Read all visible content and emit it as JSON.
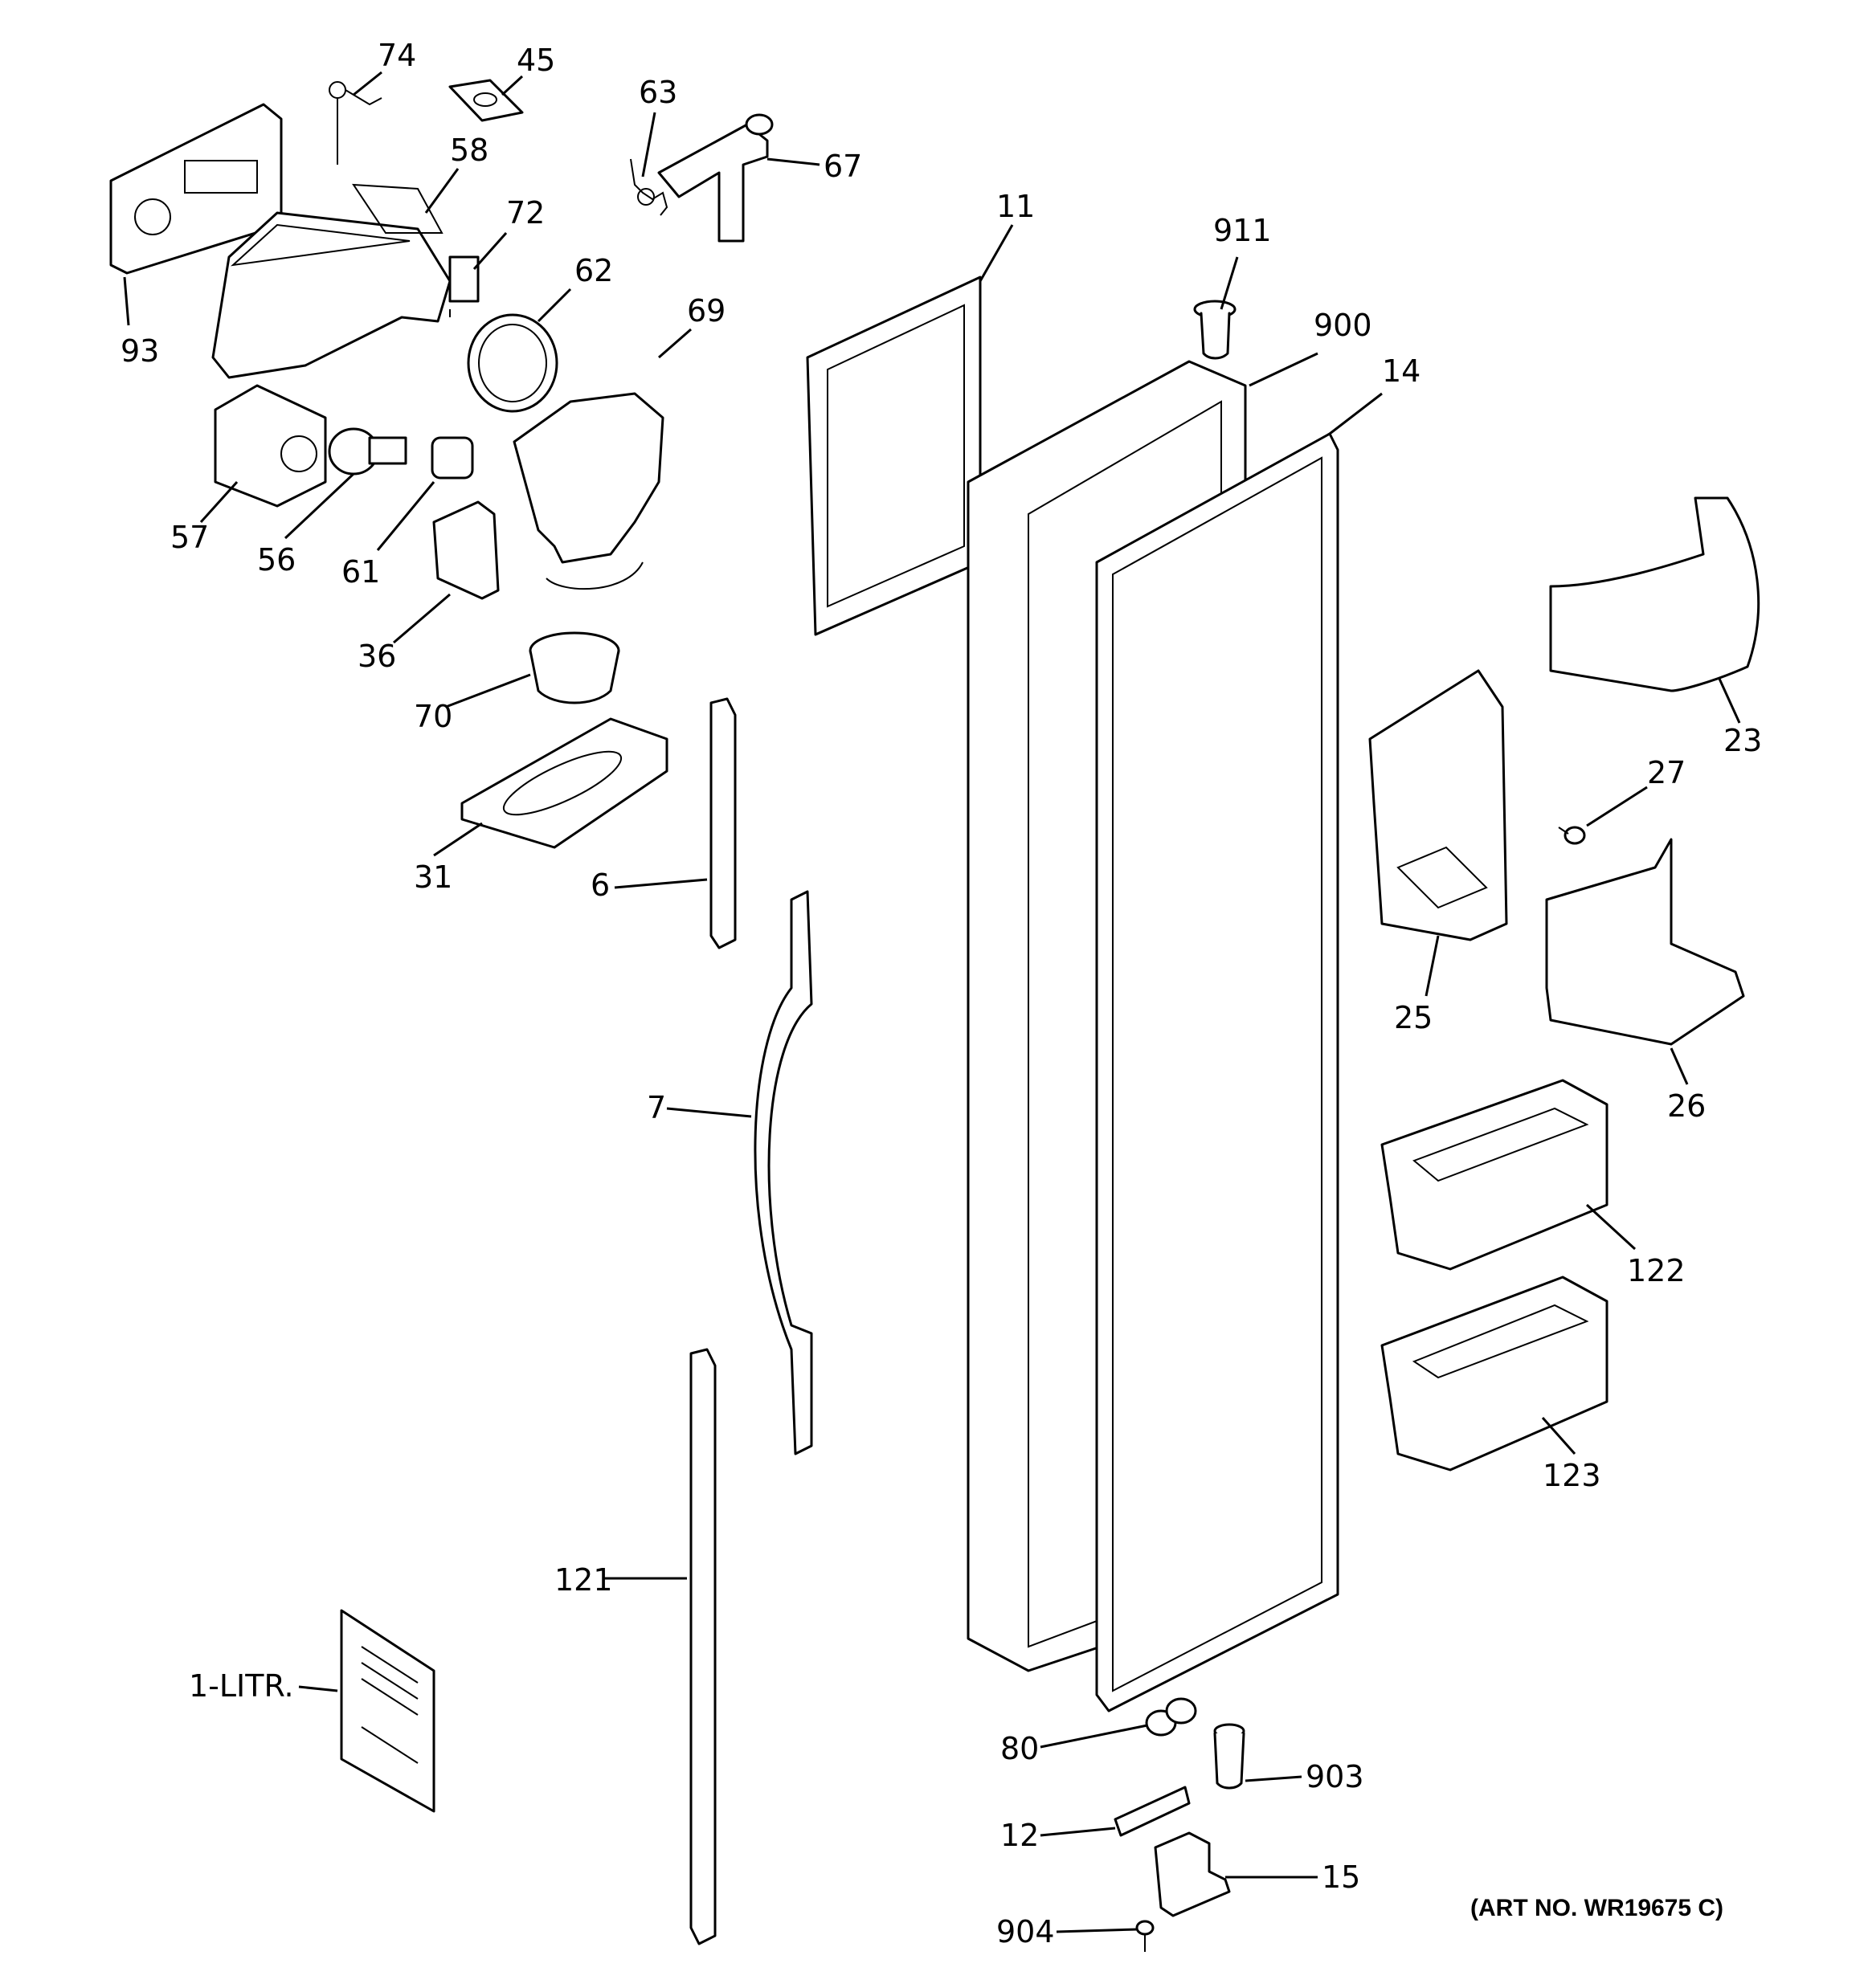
{
  "callouts": [
    "74",
    "45",
    "63",
    "67",
    "58",
    "72",
    "93",
    "62",
    "69",
    "11",
    "911",
    "900",
    "14",
    "57",
    "56",
    "61",
    "36",
    "70",
    "23",
    "27",
    "31",
    "6",
    "25",
    "26",
    "7",
    "122",
    "123",
    "121",
    "1-LITR.",
    "80",
    "903",
    "12",
    "15",
    "904"
  ],
  "art_number": "(ART NO. WR19675 C)",
  "colors": {
    "line": "#000000",
    "background": "#ffffff"
  }
}
